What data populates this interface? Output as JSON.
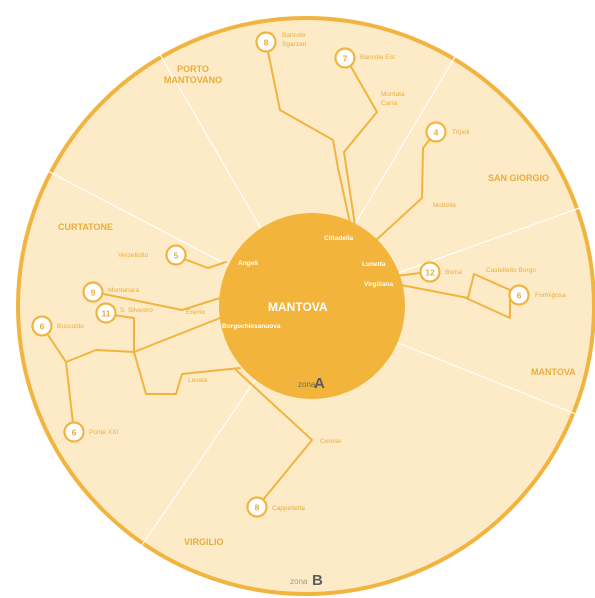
{
  "colors": {
    "outer_fill": "#fdebc7",
    "outer_stroke": "#f1b43f",
    "center_fill": "#f2b43a",
    "route": "#f1b43f",
    "divider": "#ffffff"
  },
  "center": {
    "title": "MANTOVA",
    "zone_word": "zona",
    "zone_letter": "A",
    "stops": [
      "Cittadella",
      "Angeli",
      "Lunetta",
      "Virgiliana",
      "Borgochiesanuova"
    ]
  },
  "outer_zone": {
    "zone_word": "zona",
    "zone_letter": "B"
  },
  "sectors": [
    {
      "line1": "PORTO",
      "line2": "MANTOVANO"
    },
    {
      "line1": "SAN GIORGIO",
      "line2": ""
    },
    {
      "line1": "MANTOVA",
      "line2": ""
    },
    {
      "line1": "VIRGILIO",
      "line2": ""
    },
    {
      "line1": "CURTATONE",
      "line2": ""
    }
  ],
  "badges": [
    {
      "num": "8",
      "label1": "Bancole",
      "label2": "Sgarzari"
    },
    {
      "num": "7",
      "label1": "Bancole Est",
      "label2": ""
    },
    {
      "num": "4",
      "label1": "Tripoli",
      "label2": ""
    },
    {
      "num": "12",
      "label1": "Boma",
      "label2": ""
    },
    {
      "num": "6",
      "label1": "Formigosa",
      "label2": ""
    },
    {
      "num": "5",
      "label1": "Verzellotto",
      "label2": ""
    },
    {
      "num": "9",
      "label1": "Montanara",
      "label2": ""
    },
    {
      "num": "11",
      "label1": "S. Silvestro",
      "label2": ""
    },
    {
      "num": "6",
      "label1": "Buscoldo",
      "label2": ""
    },
    {
      "num": "6",
      "label1": "Ponte XXI",
      "label2": ""
    },
    {
      "num": "8",
      "label1": "Cappelletta",
      "label2": ""
    }
  ],
  "stops": [
    {
      "line1": "Montata",
      "line2": "Carra"
    },
    {
      "line1": "Mottella",
      "line2": ""
    },
    {
      "line1": "Castelletto Borgo",
      "line2": ""
    },
    {
      "line1": "Eremo",
      "line2": ""
    },
    {
      "line1": "Levata",
      "line2": ""
    },
    {
      "line1": "Cerese",
      "line2": ""
    }
  ]
}
